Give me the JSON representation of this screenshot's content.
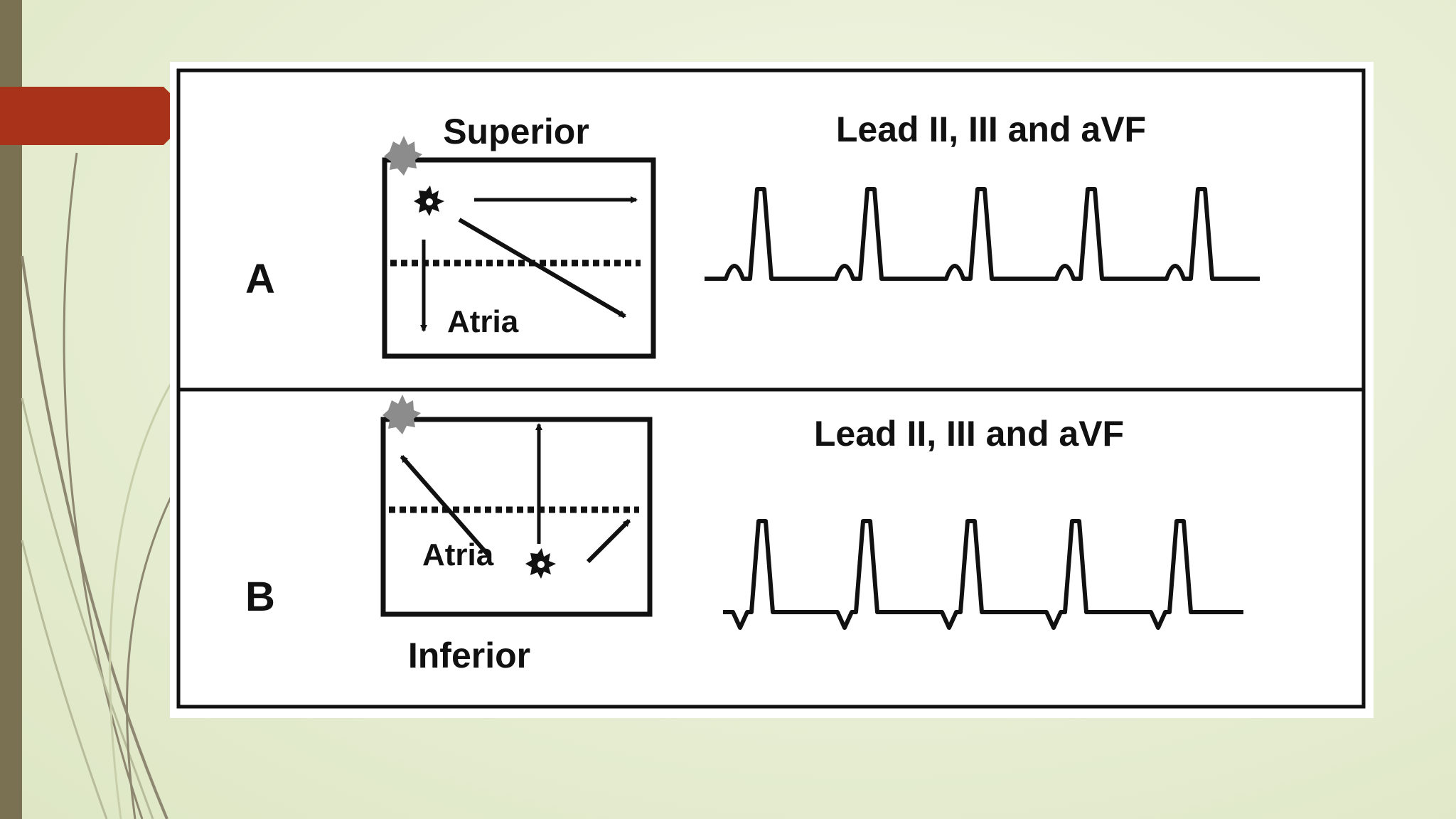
{
  "panel_a": {
    "label": "A",
    "heading": "Superior",
    "region": "Atria",
    "lead": "Lead II, III and aVF"
  },
  "panel_b": {
    "label": "B",
    "heading": "Inferior",
    "region": "Atria",
    "lead": "Lead II, III and aVF"
  },
  "colors": {
    "sidebar": "#7a7153",
    "accent_tab": "#a8321a",
    "background": "#e9efd6",
    "node": "#8c8c8c",
    "ink": "#111111"
  }
}
